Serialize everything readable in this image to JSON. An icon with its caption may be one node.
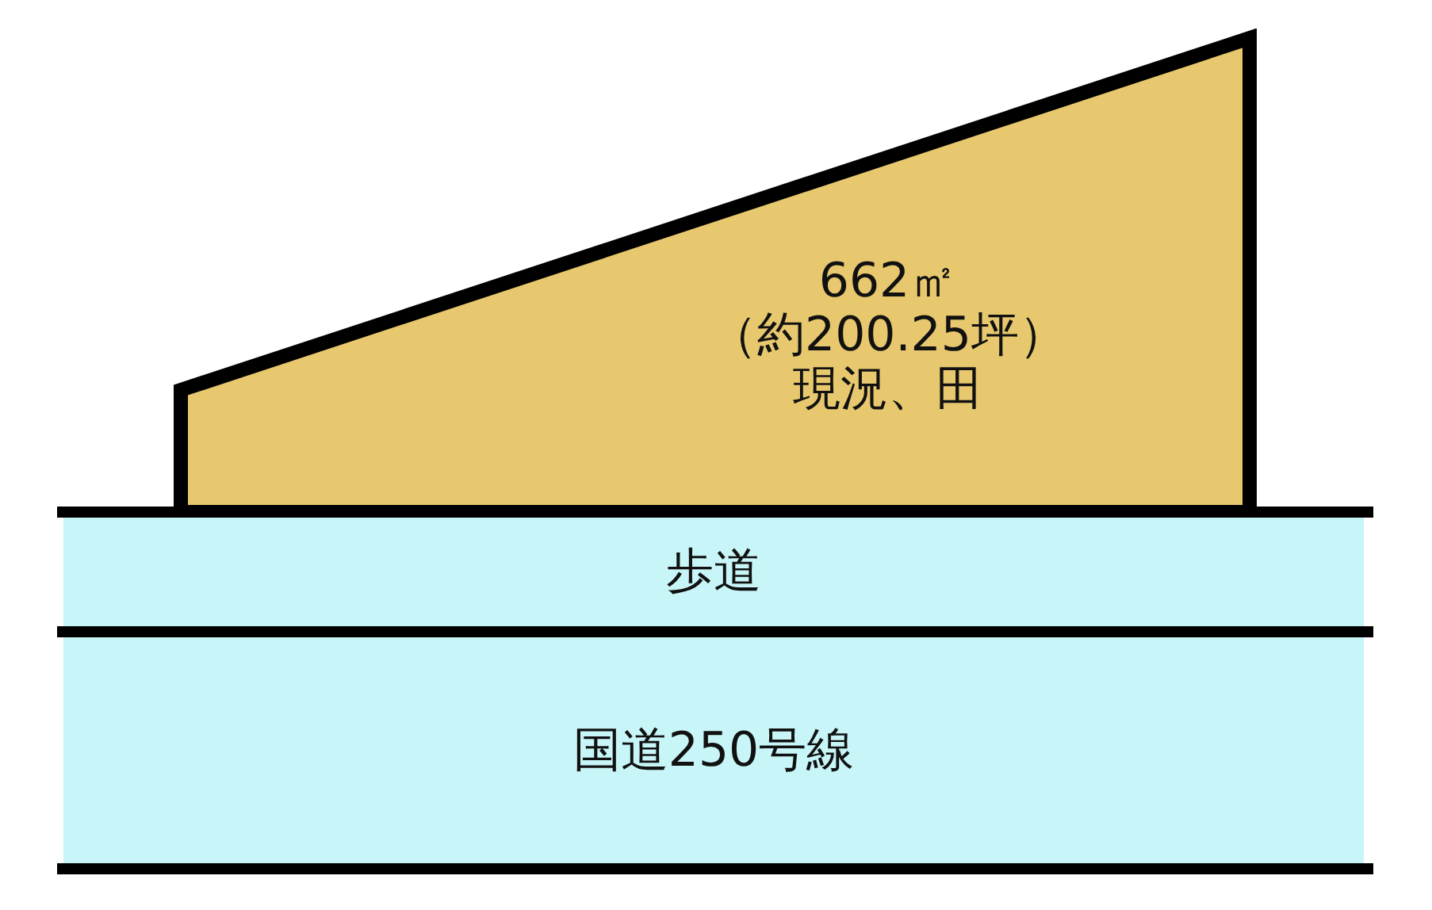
{
  "diagram": {
    "nodes": [
      {
        "text": [
          "662㎡",
          "（約200.25坪）",
          "現況、田"
        ]
      },
      {
        "text": [
          "歩道"
        ]
      },
      {
        "text": [
          "国道250号線"
        ]
      }
    ],
    "edges": []
  }
}
